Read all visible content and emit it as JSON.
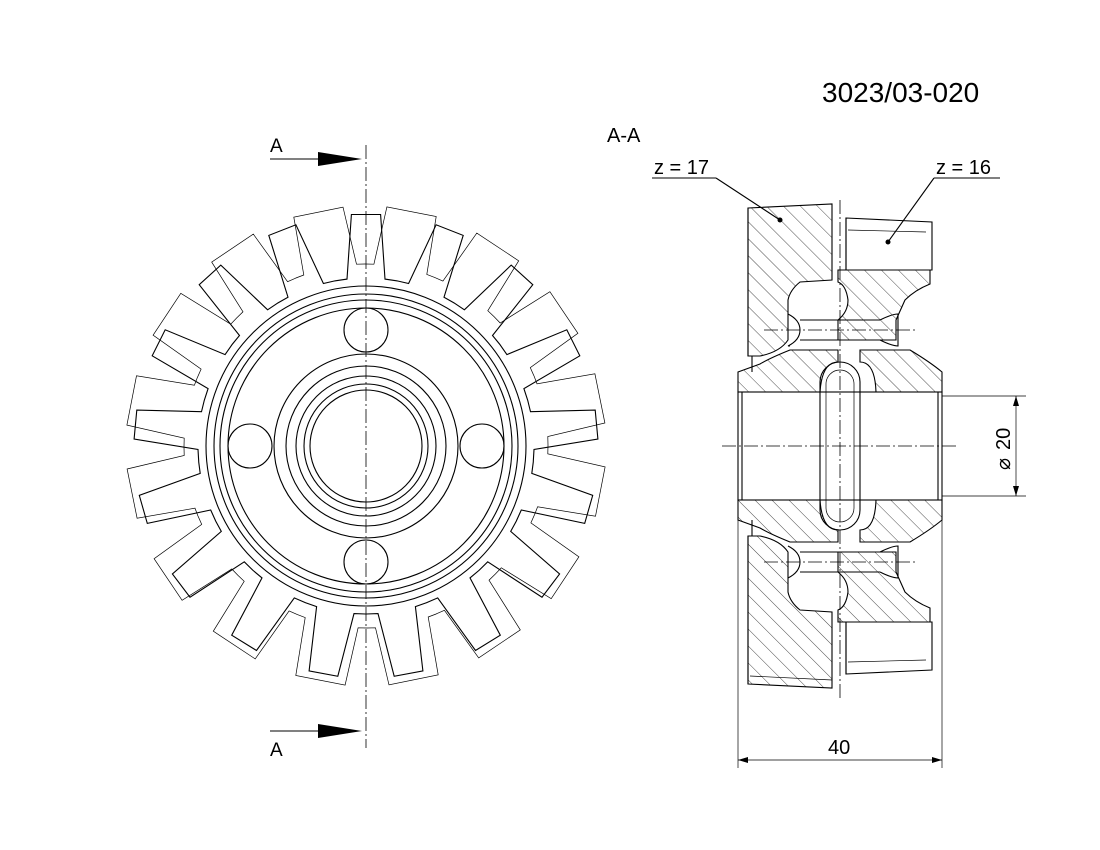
{
  "drawing_number": "3023/03-020",
  "section_view": {
    "label": "A-A",
    "callout_left": "z = 17",
    "callout_right": "z = 16",
    "bore_dimension": "20",
    "bore_symbol": "⌀",
    "width_dimension": "40"
  },
  "front_view": {
    "cut_marker_top": "A",
    "cut_marker_bottom": "A"
  }
}
